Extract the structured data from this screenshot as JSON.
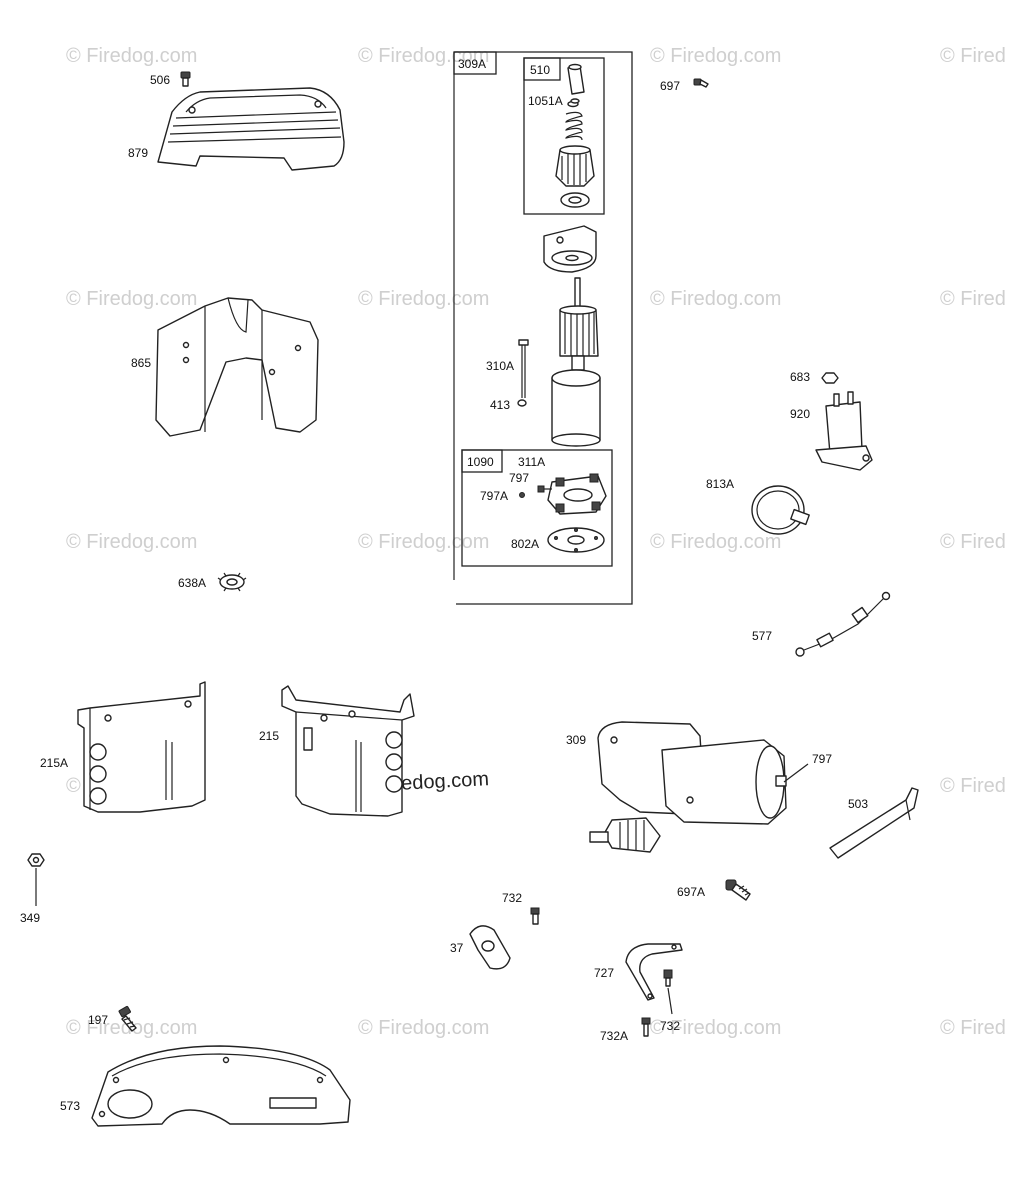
{
  "watermark": {
    "text": "© Firedog.com",
    "text_cut": "© Fired"
  },
  "callouts": {
    "p506": "506",
    "p879": "879",
    "p865": "865",
    "p638A": "638A",
    "p215A": "215A",
    "p215": "215",
    "p349": "349",
    "p197": "197",
    "p573": "573",
    "p309A": "309A",
    "p510": "510",
    "p1051A": "1051A",
    "p310A": "310A",
    "p413": "413",
    "p1090": "1090",
    "p311A": "311A",
    "p797_inner": "797",
    "p797A": "797A",
    "p802A": "802A",
    "p697": "697",
    "p683": "683",
    "p920": "920",
    "p813A": "813A",
    "p577": "577",
    "p309": "309",
    "p797": "797",
    "p503": "503",
    "p697A": "697A",
    "p732_top": "732",
    "p37": "37",
    "p727": "727",
    "p732_bottom": "732",
    "p732A": "732A"
  }
}
